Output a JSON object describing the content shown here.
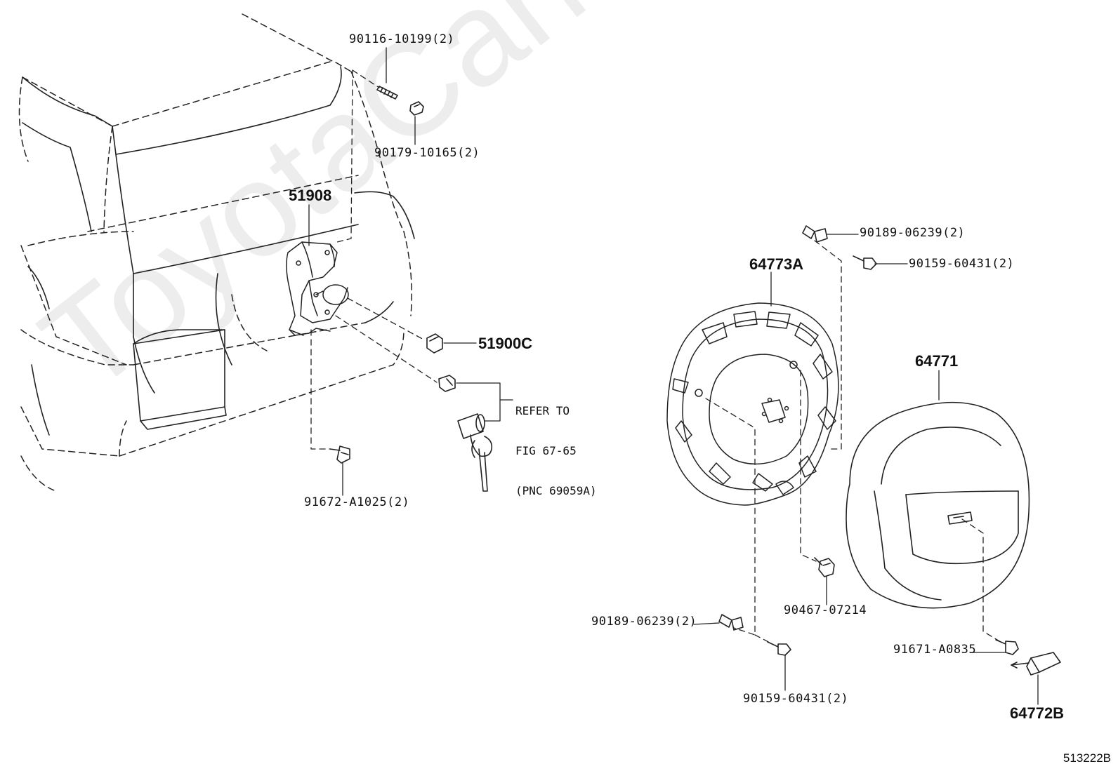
{
  "watermark": "ToyotaCarMine.ru",
  "figure_id": "513222B",
  "labels": {
    "p90116": "90116-10199(2)",
    "p90179": "90179-10165(2)",
    "p51908": "51908",
    "p51900c": "51900C",
    "p91672": "91672-A1025(2)",
    "p64773a": "64773A",
    "p90189_top": "90189-06239(2)",
    "p90159_top": "90159-60431(2)",
    "p64771": "64771",
    "p90467": "90467-07214",
    "p90189_bot": "90189-06239(2)",
    "p90159_bot": "90159-60431(2)",
    "p91671": "91671-A0835",
    "p64772b": "64772B"
  },
  "refer_note": {
    "line1": "REFER TO",
    "line2": "FIG 67-65",
    "line3": "(PNC 69059A)"
  }
}
